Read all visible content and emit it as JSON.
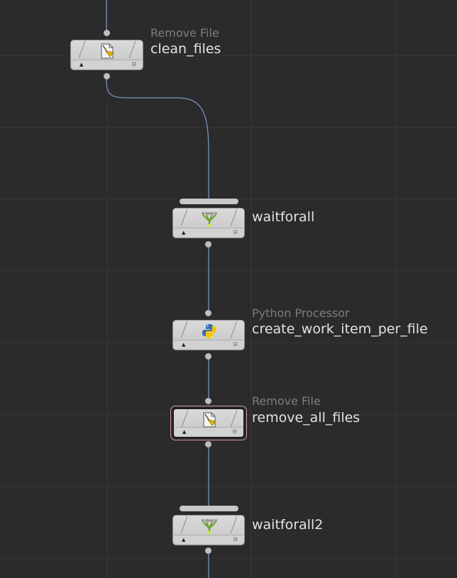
{
  "network": {
    "background_color": "#2b2b2b",
    "wire_color": "#7b9ac4",
    "nodes": [
      {
        "type_label": "Remove File",
        "name": "clean_files",
        "icon": "remove-file-icon",
        "selected": false
      },
      {
        "type_label": "",
        "name": "waitforall",
        "icon": "wait-for-all-icon",
        "selected": false
      },
      {
        "type_label": "Python Processor",
        "name": "create_work_item_per_file",
        "icon": "python-icon",
        "selected": false
      },
      {
        "type_label": "Remove File",
        "name": "remove_all_files",
        "icon": "remove-file-icon",
        "selected": true
      },
      {
        "type_label": "",
        "name": "waitforall2",
        "icon": "wait-for-all-icon",
        "selected": false
      }
    ]
  }
}
